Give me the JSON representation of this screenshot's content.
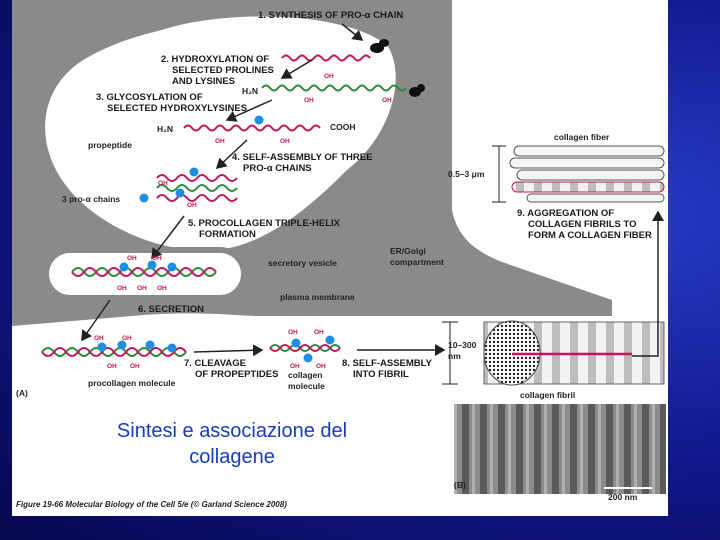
{
  "steps": {
    "s1": "1. SYNTHESIS OF PRO-α CHAIN",
    "s2a": "2. HYDROXYLATION OF",
    "s2b": "SELECTED PROLINES",
    "s2c": "AND LYSINES",
    "s3a": "3. GLYCOSYLATION OF",
    "s3b": "SELECTED HYDROXYLYSINES",
    "s4a": "4. SELF-ASSEMBLY OF THREE",
    "s4b": "PRO-α CHAINS",
    "s5a": "5. PROCOLLAGEN TRIPLE-HELIX",
    "s5b": "FORMATION",
    "s6": "6. SECRETION",
    "s7a": "7. CLEAVAGE",
    "s7b": "OF PROPEPTIDES",
    "s8a": "8. SELF-ASSEMBLY",
    "s8b": "INTO FIBRIL",
    "s9a": "9. AGGREGATION OF",
    "s9b": "COLLAGEN FIBRILS TO",
    "s9c": "FORM A COLLAGEN FIBER"
  },
  "labels": {
    "h2n": "H₂N",
    "cooh": "COOH",
    "oh": "OH",
    "propeptide": "propeptide",
    "three_chains": "3 pro-α chains",
    "secretory_vesicle": "secretory vesicle",
    "er_golgi_a": "ER/Golgi",
    "er_golgi_b": "compartment",
    "plasma_membrane": "plasma membrane",
    "procollagen_molecule": "procollagen molecule",
    "collagen_molecule_a": "collagen",
    "collagen_molecule_b": "molecule",
    "collagen_fiber": "collagen fiber",
    "collagen_fibril": "collagen fibril",
    "fiber_width": "0.5–3 μm",
    "fibril_width_a": "10–300",
    "fibril_width_b": "nm",
    "panel_a": "(A)",
    "panel_b": "(B)",
    "scale_bar": "200 nm"
  },
  "caption_line1": "Sintesi e associazione del",
  "caption_line2": "collagene",
  "citation": "Figure 19-66  Molecular Biology of the Cell 5/e (© Garland Science 2008)",
  "colors": {
    "er_gray": "#8a8a8a",
    "chain_magenta": "#c2185b",
    "chain_green": "#2e8b3a",
    "sugar_blue": "#1e8fe0",
    "caption_blue": "#1a3bbf",
    "background_blue": "#10168a"
  }
}
